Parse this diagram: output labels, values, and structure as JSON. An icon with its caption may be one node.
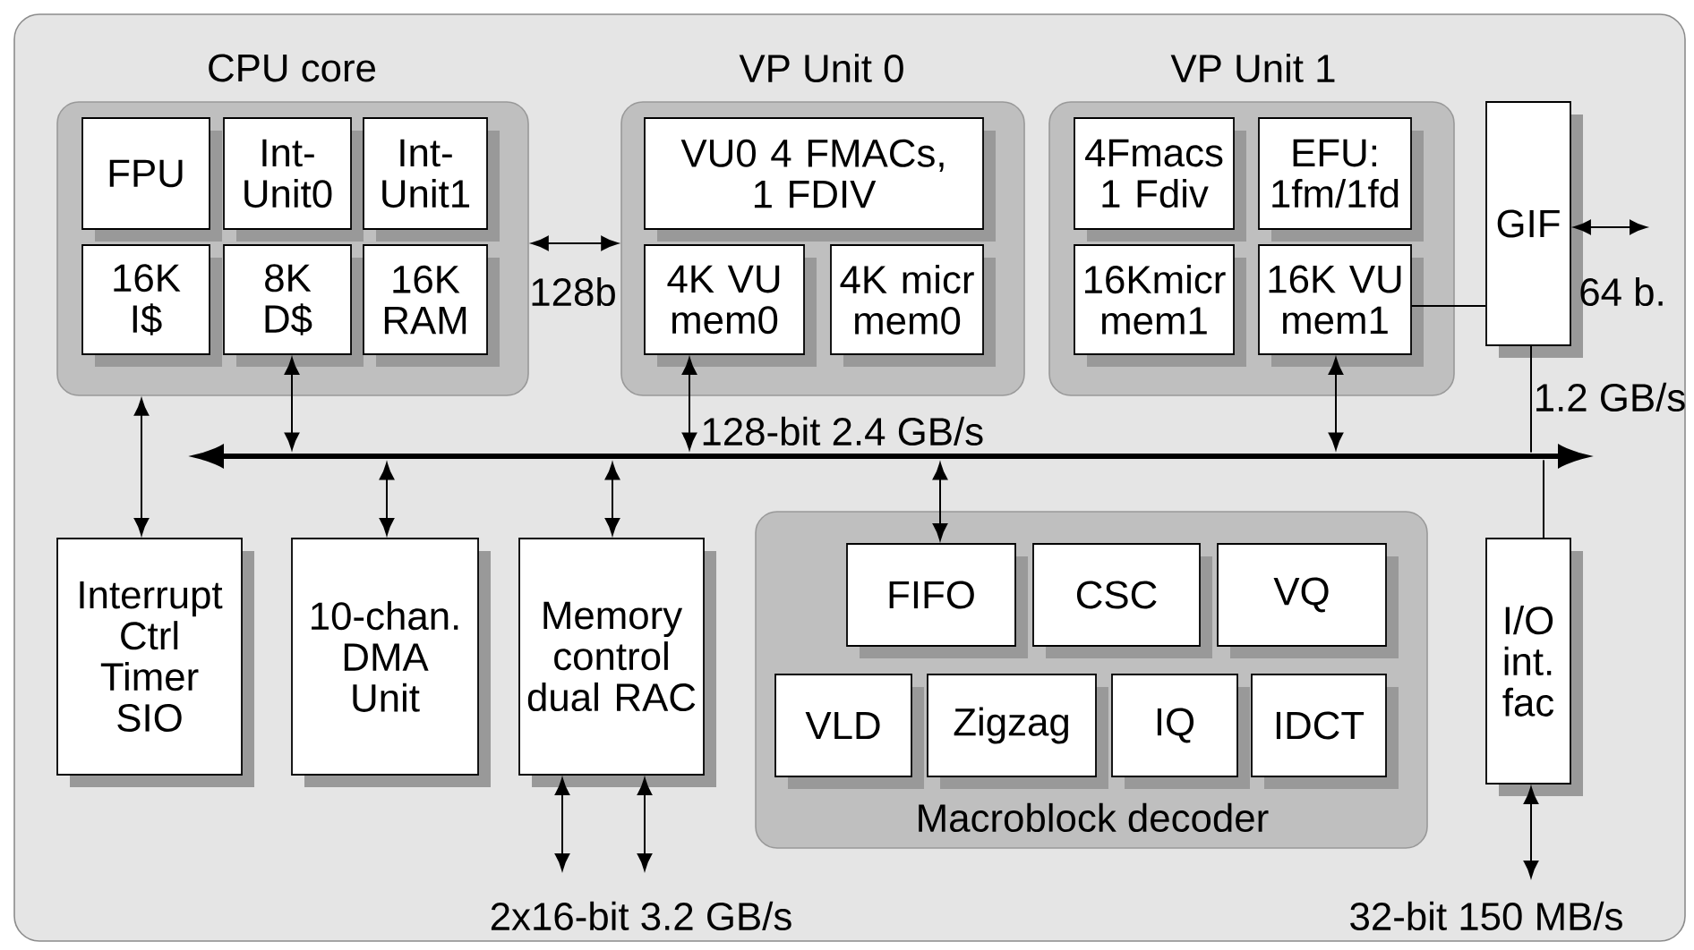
{
  "diagram": {
    "nodes": [
      {
        "text": [
          "CPU core"
        ]
      },
      {
        "text": [
          "FPU"
        ],
        "in": 0
      },
      {
        "text": [
          "Int- Unit0"
        ],
        "in": 0
      },
      {
        "text": [
          "Int- Unit1"
        ],
        "in": 0
      },
      {
        "text": [
          "16K I$"
        ],
        "in": 0
      },
      {
        "text": [
          "8K D$"
        ],
        "in": 0
      },
      {
        "text": [
          "16K RAM"
        ],
        "in": 0
      },
      {
        "text": [
          "VP Unit 0"
        ]
      },
      {
        "text": [
          "VU0 4 FMACs, 1 FDIV"
        ],
        "in": 7
      },
      {
        "text": [
          "4K VU mem0"
        ],
        "in": 7
      },
      {
        "text": [
          "4K micr mem0"
        ],
        "in": 7
      },
      {
        "text": [
          "VP Unit 1"
        ]
      },
      {
        "text": [
          "4Fmacs 1 Fdiv"
        ],
        "in": 11
      },
      {
        "text": [
          "EFU: 1fm/1fd"
        ],
        "in": 11
      },
      {
        "text": [
          "16Kmicr mem1"
        ],
        "in": 11
      },
      {
        "text": [
          "16K VU mem1"
        ],
        "in": 11
      },
      {
        "text": [
          "GIF"
        ]
      },
      {
        "text": [
          "Interrupt Ctrl Timer SIO"
        ]
      },
      {
        "text": [
          "10-chan. DMA Unit"
        ]
      },
      {
        "text": [
          "Memory control dual RAC"
        ]
      },
      {
        "text": [
          "Macroblock decoder"
        ]
      },
      {
        "text": [
          "FIFO"
        ],
        "in": 20
      },
      {
        "text": [
          "CSC"
        ],
        "in": 20
      },
      {
        "text": [
          "VQ"
        ],
        "in": 20
      },
      {
        "text": [
          "VLD"
        ],
        "in": 20
      },
      {
        "text": [
          "Zigzag"
        ],
        "in": 20
      },
      {
        "text": [
          "IQ"
        ],
        "in": 20
      },
      {
        "text": [
          "IDCT"
        ],
        "in": 20
      },
      {
        "text": [
          "I/O int. fac"
        ]
      },
      {
        "text": [],
        "shape": "bar"
      }
    ],
    "edges": [
      {
        "from": 0,
        "to": 17,
        "arrow": "both"
      },
      {
        "from": 0,
        "to": 7,
        "arrow": "both",
        "label": "128b"
      },
      {
        "from": 5,
        "to": 29,
        "arrow": "both"
      },
      {
        "from": 9,
        "to": 29,
        "arrow": "both"
      },
      {
        "from": 15,
        "to": 29,
        "arrow": "both"
      },
      {
        "from": 15,
        "to": 16,
        "arrow": "none"
      },
      {
        "from": 16,
        "to": null,
        "arrow": "both",
        "label": "64 b."
      },
      {
        "from": 16,
        "to": 29,
        "arrow": "none",
        "label": "1.2 GB/s"
      },
      {
        "from": 29,
        "to": 18,
        "arrow": "both"
      },
      {
        "from": 29,
        "to": 19,
        "arrow": "both"
      },
      {
        "from": 29,
        "to": 21,
        "arrow": "both"
      },
      {
        "from": 29,
        "to": 28,
        "arrow": "none"
      },
      {
        "from": 19,
        "to": null,
        "arrow": "both"
      },
      {
        "from": 19,
        "to": null,
        "arrow": "both"
      },
      {
        "from": 28,
        "to": null,
        "arrow": "both"
      }
    ],
    "labels": [
      "128-bit 2.4 GB/s",
      "2x16-bit 3.2 GB/s",
      "32-bit 150 MB/s"
    ]
  }
}
